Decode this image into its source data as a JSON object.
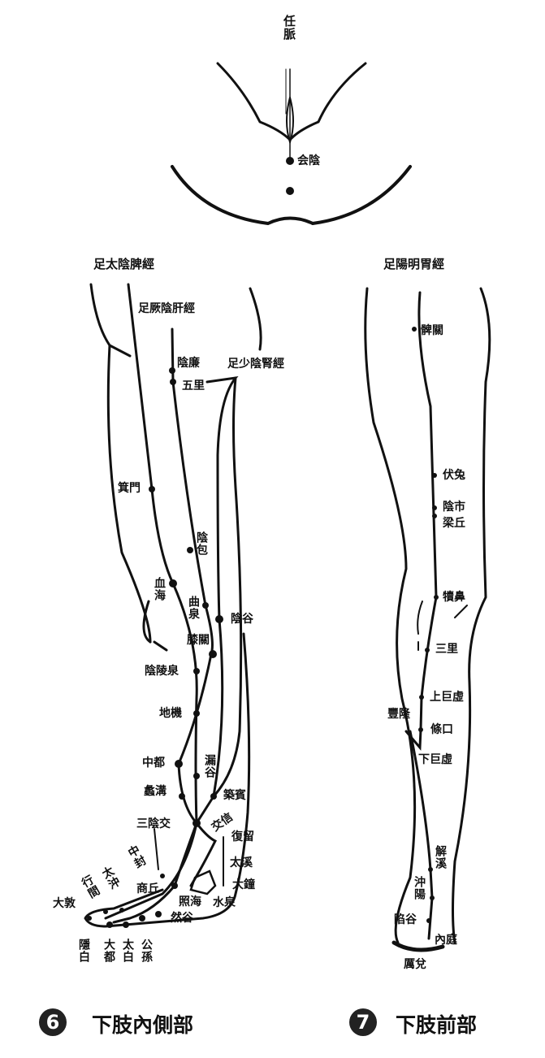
{
  "top": {
    "meridian": "任脈",
    "point": "会陰"
  },
  "inner_leg": {
    "meridians": {
      "spleen": "足太陰脾經",
      "liver": "足厥陰肝經",
      "kidney": "足少陰腎經"
    },
    "points": [
      "陰廉",
      "五里",
      "箕門",
      "陰包",
      "血海",
      "曲泉",
      "陰谷",
      "膝關",
      "陰陵泉",
      "地機",
      "中都",
      "漏谷",
      "蠡溝",
      "築賓",
      "三陰交",
      "交信",
      "復留",
      "中封",
      "太溪",
      "大鐘",
      "太沖",
      "行間",
      "商丘",
      "大敦",
      "照海",
      "水泉",
      "然谷",
      "隱白",
      "大都",
      "太白",
      "公孫"
    ]
  },
  "front_leg": {
    "meridian": "足陽明胃經",
    "points": [
      "髀關",
      "伏兔",
      "陰市",
      "梁丘",
      "犢鼻",
      "三里",
      "上巨虛",
      "豐隆",
      "條口",
      "下巨虛",
      "解溪",
      "沖陽",
      "陷谷",
      "內庭",
      "厲兌"
    ]
  },
  "captions": [
    {
      "number": "6",
      "label": "下肢內側部"
    },
    {
      "number": "7",
      "label": "下肢前部"
    }
  ]
}
